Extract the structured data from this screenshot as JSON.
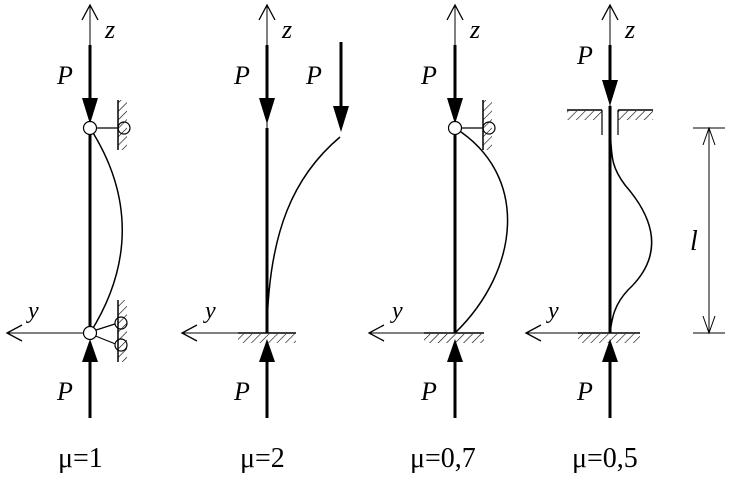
{
  "axis_labels": {
    "z": "z",
    "y": "y"
  },
  "load_label": "P",
  "length_label": "l",
  "columns": [
    {
      "id": "pinned-pinned",
      "mu_label": "μ=1"
    },
    {
      "id": "fixed-free",
      "mu_label": "μ=2"
    },
    {
      "id": "fixed-pinned",
      "mu_label": "μ=0,7"
    },
    {
      "id": "fixed-fixed",
      "mu_label": "μ=0,5"
    }
  ],
  "colors": {
    "ink": "#000000",
    "background": "#ffffff"
  }
}
